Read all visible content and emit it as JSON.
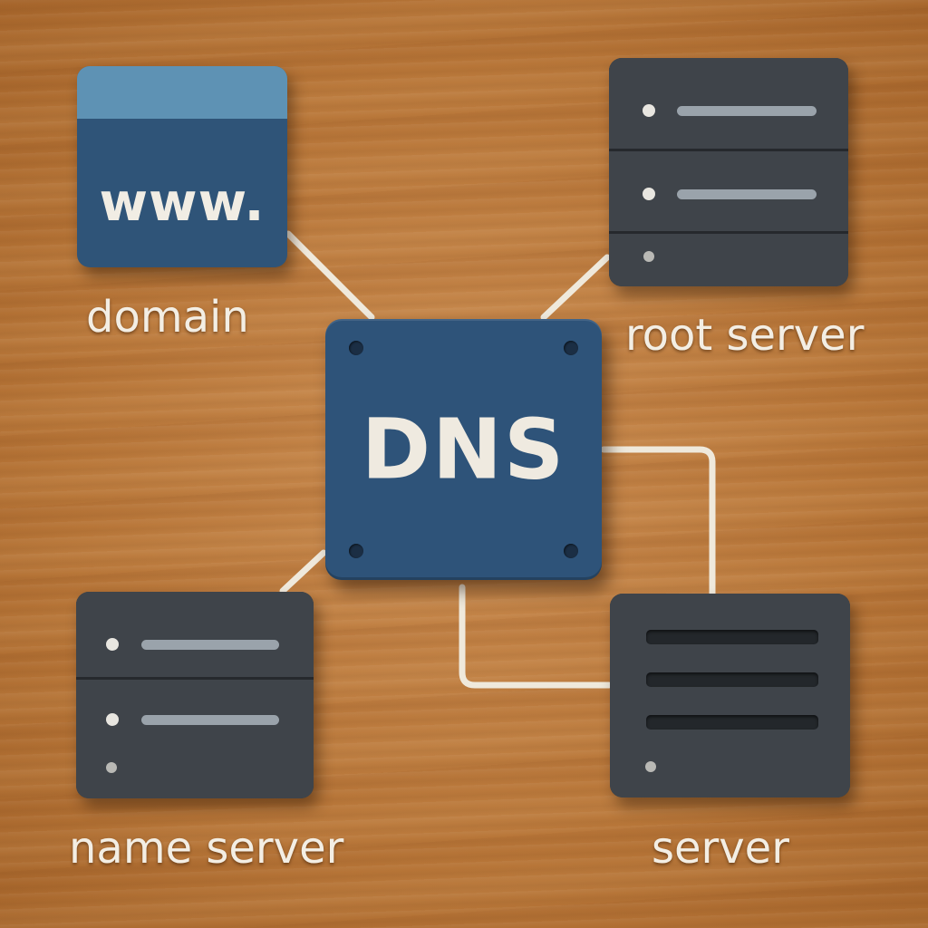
{
  "diagram": {
    "center": {
      "label": "DNS"
    },
    "nodes": {
      "domain": {
        "icon_text": "www.",
        "label": "domain"
      },
      "root_server": {
        "label": "root server"
      },
      "name_server": {
        "label": "name server"
      },
      "server": {
        "label": "server"
      }
    },
    "edges": [
      {
        "from": "domain",
        "to": "DNS"
      },
      {
        "from": "root_server",
        "to": "DNS"
      },
      {
        "from": "name_server",
        "to": "DNS"
      },
      {
        "from": "server",
        "to": "DNS"
      },
      {
        "from": "server",
        "to": "DNS"
      }
    ]
  },
  "colors": {
    "dns_block": "#2e5379",
    "domain_block": "#2f5478",
    "domain_cap": "#5e92b4",
    "server_block": "#3f444a",
    "connector": "#efe9dc",
    "label_text": "#f3eee4"
  },
  "icons": [
    "server-rack-icon",
    "www-domain-icon",
    "status-led-icon"
  ]
}
